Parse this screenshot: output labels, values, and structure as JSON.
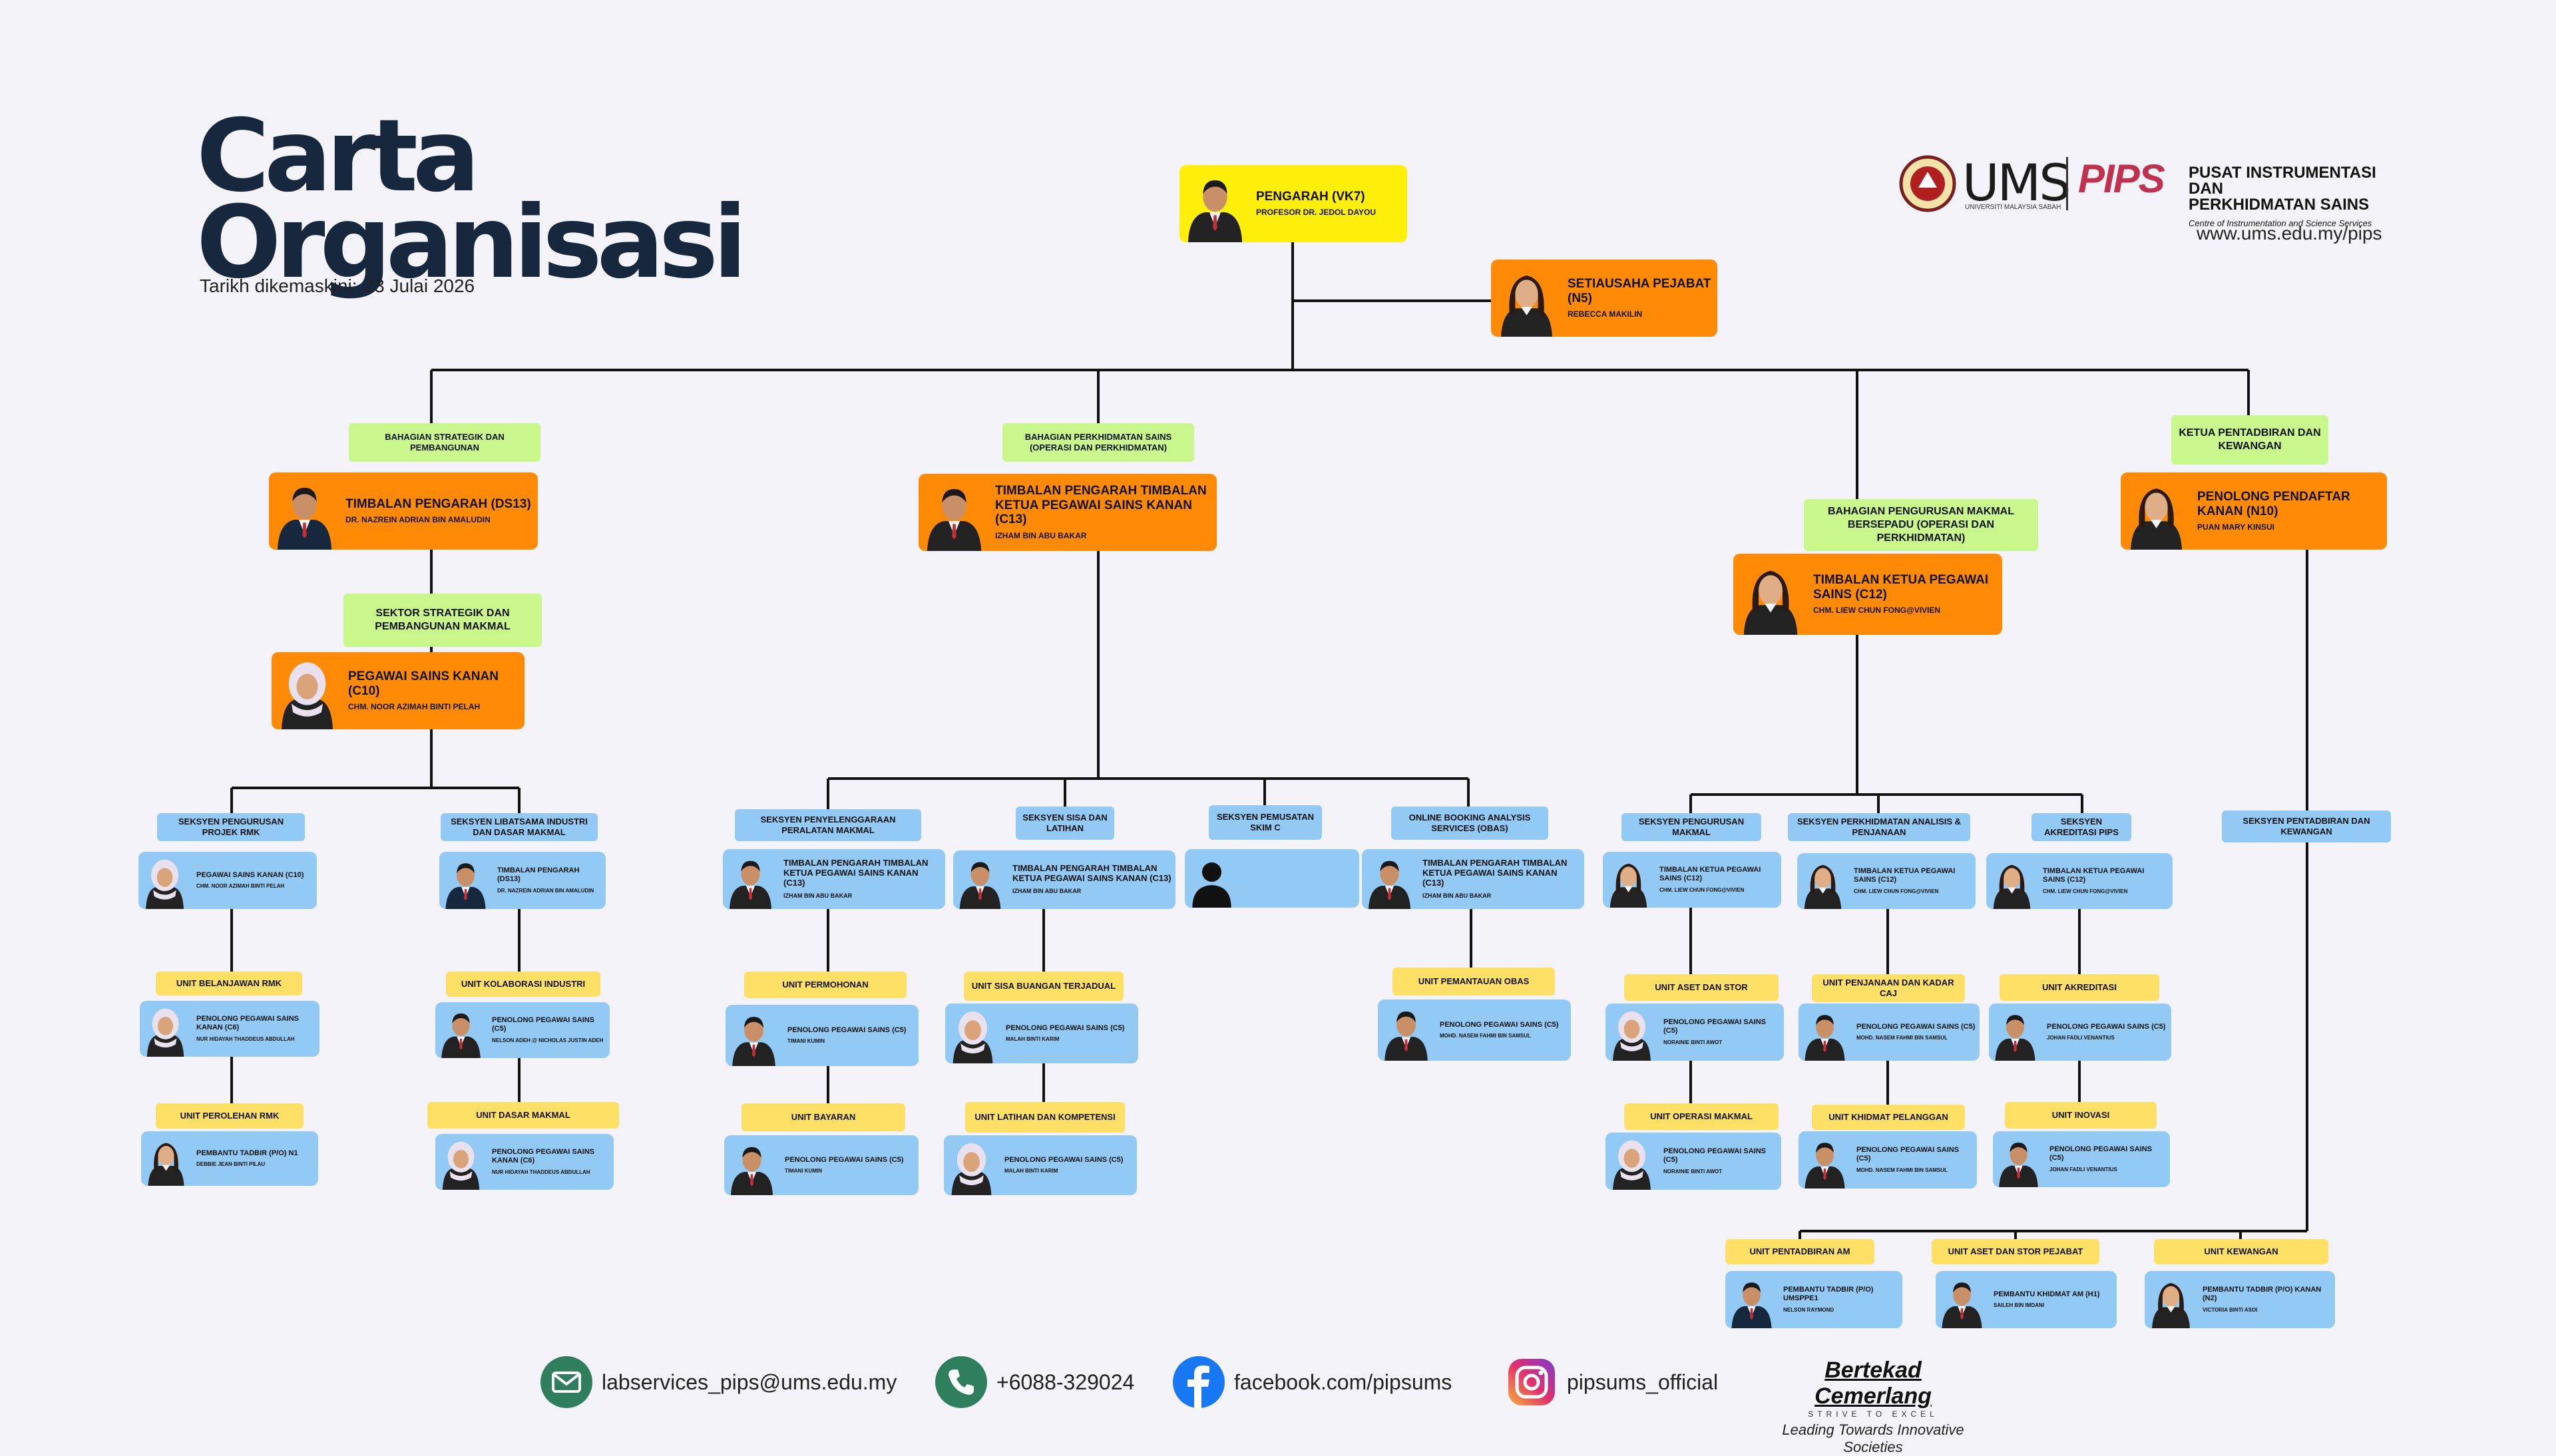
{
  "header": {
    "title_line1": "Carta",
    "title_line2": "Organisasi",
    "updated_label": "Tarikh dikemaskini:",
    "updated_date": "23 Julai 2026"
  },
  "org": {
    "name_line1": "PUSAT INSTRUMENTASI DAN",
    "name_line2": "PERKHIDMATAN SAINS",
    "name_en": "Centre of Instrumentation and Science Services",
    "ums": "UMS",
    "ums_sub": "UNIVERSITI MALAYSIA SABAH",
    "pips": "PIPS",
    "website": "www.ums.edu.my/pips"
  },
  "colors": {
    "yellow": "#ffef0a",
    "orange": "#ff8a05",
    "blue": "#92c9f5",
    "green": "#c9f78c",
    "gold": "#ffe066",
    "line": "#111111",
    "navy": "#17273d"
  },
  "nodes": [
    {
      "id": "pengarah",
      "k": "card",
      "c": "yellow",
      "t": "PENGARAH (VK7)",
      "n": "PROFESOR DR. JEDOL DAYOU",
      "p": "man",
      "s": "dark"
    },
    {
      "id": "setiausaha",
      "k": "card",
      "c": "orange",
      "t": "SETIAUSAHA PEJABAT (N5)",
      "n": "REBECCA MAKILIN",
      "p": "woman",
      "s": "dark"
    },
    {
      "id": "lbl_bsp",
      "k": "label",
      "c": "green",
      "t": "BAHAGIAN STRATEGIK DAN PEMBANGUNAN"
    },
    {
      "id": "lbl_bps",
      "k": "label",
      "c": "green",
      "t": "BAHAGIAN PERKHIDMATAN SAINS (OPERASI DAN PERKHIDMATAN)"
    },
    {
      "id": "lbl_bpmb",
      "k": "label",
      "c": "green",
      "t": "BAHAGIAN PENGURUSAN MAKMAL BERSEPADU (OPERASI DAN PERKHIDMATAN)"
    },
    {
      "id": "lbl_kpk",
      "k": "label",
      "c": "green",
      "t": "KETUA PENTADBIRAN DAN KEWANGAN"
    },
    {
      "id": "tp_ds13",
      "k": "card",
      "c": "orange",
      "t": "TIMBALAN PENGARAH (DS13)",
      "n": "DR. NAZREIN ADRIAN BIN AMALUDIN",
      "p": "man",
      "s": "navy"
    },
    {
      "id": "tp_c13",
      "k": "card",
      "c": "orange",
      "t": "TIMBALAN PENGARAH TIMBALAN KETUA PEGAWAI SAINS KANAN (C13)",
      "n": "IZHAM BIN ABU BAKAR",
      "p": "man",
      "s": "dark"
    },
    {
      "id": "tk_c12",
      "k": "card",
      "c": "orange",
      "t": "TIMBALAN KETUA PEGAWAI SAINS (C12)",
      "n": "ChM. LIEW CHUN FONG@VIVIEN",
      "p": "woman",
      "s": "dark"
    },
    {
      "id": "pp_n10",
      "k": "card",
      "c": "orange",
      "t": "PENOLONG PENDAFTAR KANAN (N10)",
      "n": "PUAN MARY KINSUI",
      "p": "woman",
      "s": "dark"
    },
    {
      "id": "lbl_sektor",
      "k": "label",
      "c": "green",
      "t": "SEKTOR STRATEGIK DAN PEMBANGUNAN MAKMAL"
    },
    {
      "id": "ps_c10",
      "k": "card",
      "c": "orange",
      "t": "PEGAWAI SAINS KANAN (C10)",
      "n": "ChM. NOOR AZIMAH BINTI PELAH",
      "p": "hijab",
      "s": "dark"
    },
    {
      "id": "sk_rmk",
      "k": "label",
      "c": "blue",
      "t": "SEKSYEN PENGURUSAN PROJEK RMK"
    },
    {
      "id": "sk_lib",
      "k": "label",
      "c": "blue",
      "t": "SEKSYEN LIBATSAMA INDUSTRI DAN DASAR MAKMAL"
    },
    {
      "id": "sk_ppm",
      "k": "label",
      "c": "blue",
      "t": "SEKSYEN PENYELENGGARAAN PERALATAN MAKMAL"
    },
    {
      "id": "sk_sisa",
      "k": "label",
      "c": "blue",
      "t": "SEKSYEN SISA DAN LATIHAN"
    },
    {
      "id": "sk_skim",
      "k": "label",
      "c": "blue",
      "t": "SEKSYEN PEMUSATAN SKIM C"
    },
    {
      "id": "sk_obas",
      "k": "label",
      "c": "blue",
      "t": "ONLINE BOOKING ANALYSIS SERVICES (OBAS)"
    },
    {
      "id": "sk_pm",
      "k": "label",
      "c": "blue",
      "t": "SEKSYEN PENGURUSAN MAKMAL"
    },
    {
      "id": "sk_pap",
      "k": "label",
      "c": "blue",
      "t": "SEKSYEN PERKHIDMATAN ANALISIS & PENJANAAN"
    },
    {
      "id": "sk_akr",
      "k": "label",
      "c": "blue",
      "t": "SEKSYEN AKREDITASI PIPS"
    },
    {
      "id": "sk_pk",
      "k": "label",
      "c": "blue",
      "t": "SEKSYEN PENTADBIRAN DAN KEWANGAN"
    },
    {
      "id": "c_rmk",
      "k": "card",
      "c": "blue",
      "t": "PEGAWAI SAINS KANAN (C10)",
      "n": "ChM. NOOR AZIMAH BINTI PELAH",
      "p": "hijab",
      "s": "dark"
    },
    {
      "id": "c_lib",
      "k": "card",
      "c": "blue",
      "t": "TIMBALAN PENGARAH (DS13)",
      "n": "DR. NAZREIN ADRIAN BIN AMALUDIN",
      "p": "man",
      "s": "navy"
    },
    {
      "id": "c_ppm",
      "k": "card",
      "c": "blue",
      "t": "TIMBALAN PENGARAH TIMBALAN KETUA PEGAWAI SAINS KANAN (C13)",
      "n": "IZHAM BIN ABU BAKAR",
      "p": "man",
      "s": "dark"
    },
    {
      "id": "c_sisa",
      "k": "card",
      "c": "blue",
      "t": "TIMBALAN PENGARAH TIMBALAN KETUA PEGAWAI SAINS KANAN (C13)",
      "n": "IZHAM BIN ABU BAKAR",
      "p": "man",
      "s": "dark"
    },
    {
      "id": "c_skim",
      "k": "card",
      "c": "blue",
      "t": "",
      "n": "",
      "p": "silhouette",
      "s": "dark"
    },
    {
      "id": "c_obas",
      "k": "card",
      "c": "blue",
      "t": "TIMBALAN PENGARAH TIMBALAN KETUA PEGAWAI SAINS KANAN (C13)",
      "n": "IZHAM BIN ABU BAKAR",
      "p": "man",
      "s": "dark"
    },
    {
      "id": "c_pm",
      "k": "card",
      "c": "blue",
      "t": "TIMBALAN KETUA PEGAWAI SAINS (C12)",
      "n": "ChM. LIEW CHUN FONG@VIVIEN",
      "p": "woman",
      "s": "dark"
    },
    {
      "id": "c_pap",
      "k": "card",
      "c": "blue",
      "t": "TIMBALAN KETUA PEGAWAI SAINS (C12)",
      "n": "ChM. LIEW CHUN FONG@VIVIEN",
      "p": "woman",
      "s": "dark"
    },
    {
      "id": "c_akr",
      "k": "card",
      "c": "blue",
      "t": "TIMBALAN KETUA PEGAWAI SAINS (C12)",
      "n": "ChM. LIEW CHUN FONG@VIVIEN",
      "p": "woman",
      "s": "dark"
    },
    {
      "id": "u_brmk",
      "k": "label",
      "c": "gold",
      "t": "UNIT BELANJAWAN RMK"
    },
    {
      "id": "u_kol",
      "k": "label",
      "c": "gold",
      "t": "UNIT KOLABORASI INDUSTRI"
    },
    {
      "id": "u_perm",
      "k": "label",
      "c": "gold",
      "t": "UNIT PERMOHONAN"
    },
    {
      "id": "u_sisa",
      "k": "label",
      "c": "gold",
      "t": "UNIT SISA BUANGAN TERJADUAL"
    },
    {
      "id": "u_pobas",
      "k": "label",
      "c": "gold",
      "t": "UNIT PEMANTAUAN OBAS"
    },
    {
      "id": "u_aset",
      "k": "label",
      "c": "gold",
      "t": "UNIT ASET DAN STOR"
    },
    {
      "id": "u_pkc",
      "k": "label",
      "c": "gold",
      "t": "UNIT PENJANAAN DAN KADAR CAJ"
    },
    {
      "id": "u_akr",
      "k": "label",
      "c": "gold",
      "t": "UNIT AKREDITASI"
    },
    {
      "id": "c_brmk",
      "k": "card",
      "c": "blue",
      "t": "PENOLONG PEGAWAI SAINS KANAN (C6)",
      "n": "NUR HIDAYAH THADDEUS ABDULLAH",
      "p": "hijab",
      "s": "dark"
    },
    {
      "id": "c_kol",
      "k": "card",
      "c": "blue",
      "t": "PENOLONG PEGAWAI SAINS (C5)",
      "n": "NELSON ADEH @ NICHOLAS JUSTIN ADEH",
      "p": "man",
      "s": "dark"
    },
    {
      "id": "c_perm",
      "k": "card",
      "c": "blue",
      "t": "PENOLONG PEGAWAI SAINS (C5)",
      "n": "TIMANI KUMIN",
      "p": "man",
      "s": "dark"
    },
    {
      "id": "c_sisa2",
      "k": "card",
      "c": "blue",
      "t": "PENOLONG PEGAWAI SAINS (C5)",
      "n": "MALAH BINTI KARIM",
      "p": "hijab",
      "s": "dark"
    },
    {
      "id": "c_pobas",
      "k": "card",
      "c": "blue",
      "t": "PENOLONG PEGAWAI SAINS (C5)",
      "n": "MOHD. NASEM FAHMI BIN SAMSUL",
      "p": "man",
      "s": "dark"
    },
    {
      "id": "c_aset",
      "k": "card",
      "c": "blue",
      "t": "PENOLONG PEGAWAI SAINS (C5)",
      "n": "NORAINIE BINTI AWOT",
      "p": "hijab",
      "s": "dark"
    },
    {
      "id": "c_pkc",
      "k": "card",
      "c": "blue",
      "t": "PENOLONG PEGAWAI SAINS (C5)",
      "n": "MOHD. NASEM FAHMI BIN SAMSUL",
      "p": "man",
      "s": "dark"
    },
    {
      "id": "c_akr2",
      "k": "card",
      "c": "blue",
      "t": "PENOLONG PEGAWAI SAINS (C5)",
      "n": "JOHAN FADLI VENANTIUS",
      "p": "man",
      "s": "dark"
    },
    {
      "id": "u_prmk",
      "k": "label",
      "c": "gold",
      "t": "UNIT PEROLEHAN RMK"
    },
    {
      "id": "u_dasar",
      "k": "label",
      "c": "gold",
      "t": "UNIT DASAR MAKMAL"
    },
    {
      "id": "u_bayar",
      "k": "label",
      "c": "gold",
      "t": "UNIT BAYARAN"
    },
    {
      "id": "u_latih",
      "k": "label",
      "c": "gold",
      "t": "UNIT LATIHAN DAN KOMPETENSI"
    },
    {
      "id": "u_om",
      "k": "label",
      "c": "gold",
      "t": "UNIT OPERASI MAKMAL"
    },
    {
      "id": "u_kp",
      "k": "label",
      "c": "gold",
      "t": "UNIT KHIDMAT PELANGGAN"
    },
    {
      "id": "u_inov",
      "k": "label",
      "c": "gold",
      "t": "UNIT INOVASI"
    },
    {
      "id": "c_prmk",
      "k": "card",
      "c": "blue",
      "t": "PEMBANTU TADBIR (P/O) N1",
      "n": "DEBBIE JEAN BINTI PILAU",
      "p": "woman",
      "s": "dark"
    },
    {
      "id": "c_dasar",
      "k": "card",
      "c": "blue",
      "t": "PENOLONG PEGAWAI SAINS KANAN (C6)",
      "n": "NUR HIDAYAH THADDEUS ABDULLAH",
      "p": "hijab",
      "s": "dark"
    },
    {
      "id": "c_bayar",
      "k": "card",
      "c": "blue",
      "t": "PENOLONG PEGAWAI SAINS (C5)",
      "n": "TIMANI KUMIN",
      "p": "man",
      "s": "dark"
    },
    {
      "id": "c_latih",
      "k": "card",
      "c": "blue",
      "t": "PENOLONG PEGAWAI SAINS (C5)",
      "n": "MALAH BINTI KARIM",
      "p": "hijab",
      "s": "dark"
    },
    {
      "id": "c_om",
      "k": "card",
      "c": "blue",
      "t": "PENOLONG PEGAWAI SAINS (C5)",
      "n": "NORAINIE BINTI AWOT",
      "p": "hijab",
      "s": "dark"
    },
    {
      "id": "c_kp",
      "k": "card",
      "c": "blue",
      "t": "PENOLONG PEGAWAI SAINS (C5)",
      "n": "MOHD. NASEM FAHMI BIN SAMSUL",
      "p": "man",
      "s": "dark"
    },
    {
      "id": "c_inov",
      "k": "card",
      "c": "blue",
      "t": "PENOLONG PEGAWAI SAINS (C5)",
      "n": "JOHAN FADLI VENANTIUS",
      "p": "man",
      "s": "dark"
    },
    {
      "id": "u_pam",
      "k": "label",
      "c": "gold",
      "t": "UNIT PENTADBIRAN AM"
    },
    {
      "id": "u_asp",
      "k": "label",
      "c": "gold",
      "t": "UNIT ASET DAN STOR PEJABAT"
    },
    {
      "id": "u_kew",
      "k": "label",
      "c": "gold",
      "t": "UNIT KEWANGAN"
    },
    {
      "id": "c_pam",
      "k": "card",
      "c": "blue",
      "t": "PEMBANTU TADBIR (P/O) UMSPPE1",
      "n": "NELSON RAYMOND",
      "p": "man",
      "s": "navy"
    },
    {
      "id": "c_asp",
      "k": "card",
      "c": "blue",
      "t": "PEMBANTU KHIDMAT AM (H1)",
      "n": "SAILEH BIN IMDANI",
      "p": "man",
      "s": "dark"
    },
    {
      "id": "c_kew",
      "k": "card",
      "c": "blue",
      "t": "PEMBANTU TADBIR (P/O) KANAN (N2)",
      "n": "VICTORIA BINTI ASOI",
      "p": "woman",
      "s": "dark"
    }
  ],
  "footer": {
    "email": "labservices_pips@ums.edu.my",
    "phone": "+6088-329024",
    "facebook": "facebook.com/pipsums",
    "instagram": "pipsums_official",
    "tagline": "Bertekad Cemerlang",
    "tagline_sub": "STRIVE TO EXCEL",
    "tagline_en": "Leading Towards Innovative Societies"
  }
}
